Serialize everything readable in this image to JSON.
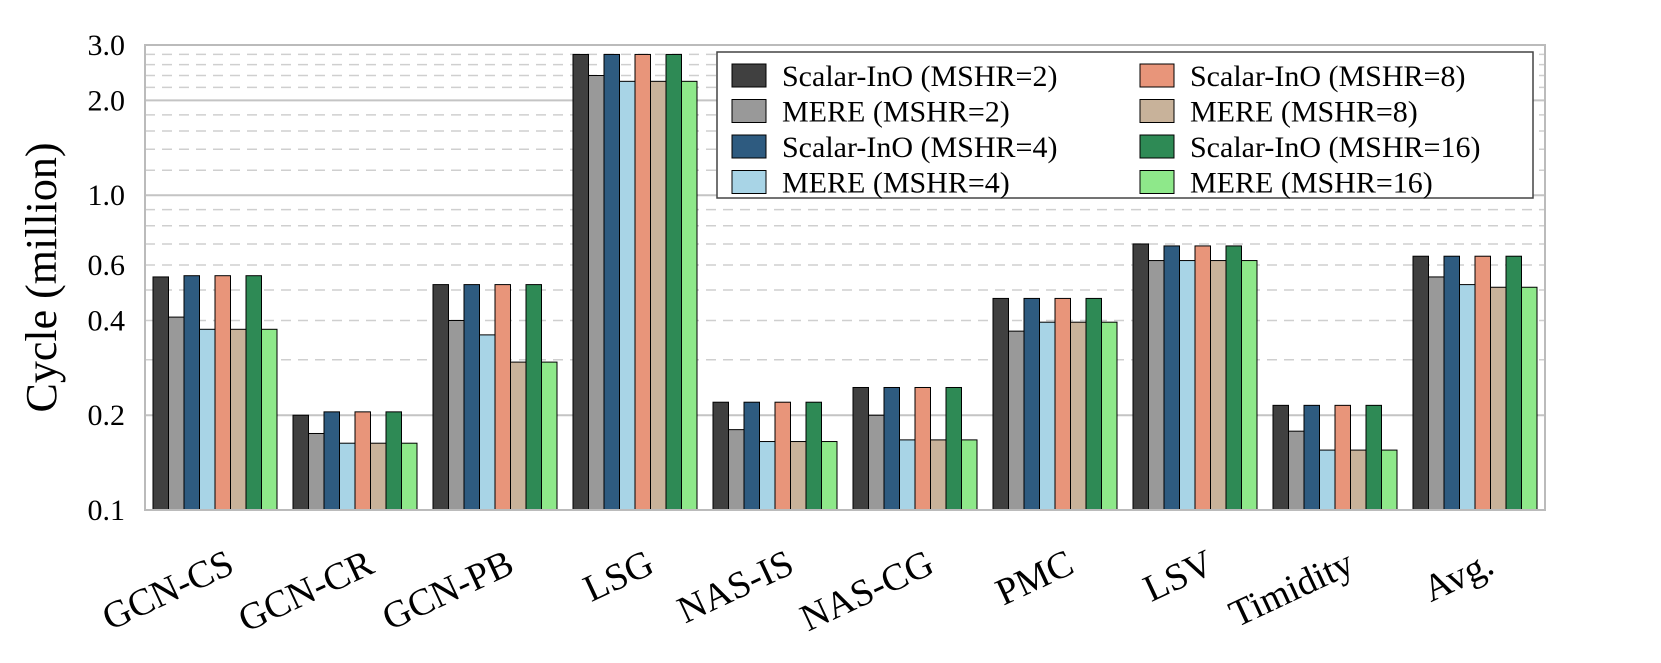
{
  "chart_data": {
    "type": "bar",
    "ylabel": "Cycle (million)",
    "xlabel": "",
    "yscale": "log",
    "ylim": [
      0.1,
      3.0
    ],
    "yticks": [
      0.1,
      0.2,
      0.4,
      0.6,
      1.0,
      2.0,
      3.0
    ],
    "ytick_labels": [
      "0.1",
      "0.2",
      "0.4",
      "0.6",
      "1.0",
      "2.0",
      "3.0"
    ],
    "grid": true,
    "legend_placement": "top-right",
    "categories": [
      "GCN-CS",
      "GCN-CR",
      "GCN-PB",
      "LSG",
      "NAS-IS",
      "NAS-CG",
      "PMC",
      "LSV",
      "Timidity",
      "Avg."
    ],
    "series": [
      {
        "name": "Scalar-InO (MSHR=2)",
        "color": "#404040",
        "values": [
          0.55,
          0.2,
          0.52,
          2.8,
          0.22,
          0.245,
          0.47,
          0.7,
          0.215,
          0.64
        ]
      },
      {
        "name": "MERE (MSHR=2)",
        "color": "#999999",
        "values": [
          0.41,
          0.175,
          0.4,
          2.4,
          0.18,
          0.2,
          0.37,
          0.62,
          0.178,
          0.55
        ]
      },
      {
        "name": "Scalar-InO (MSHR=4)",
        "color": "#2e5b80",
        "values": [
          0.555,
          0.205,
          0.52,
          2.8,
          0.22,
          0.245,
          0.47,
          0.69,
          0.215,
          0.64
        ]
      },
      {
        "name": "MERE (MSHR=4)",
        "color": "#a8d4e6",
        "values": [
          0.375,
          0.163,
          0.36,
          2.3,
          0.165,
          0.167,
          0.395,
          0.62,
          0.155,
          0.52
        ]
      },
      {
        "name": "Scalar-InO (MSHR=8)",
        "color": "#e8957a",
        "values": [
          0.555,
          0.205,
          0.52,
          2.8,
          0.22,
          0.245,
          0.47,
          0.69,
          0.215,
          0.64
        ]
      },
      {
        "name": "MERE (MSHR=8)",
        "color": "#c8b29a",
        "values": [
          0.375,
          0.163,
          0.295,
          2.3,
          0.165,
          0.167,
          0.395,
          0.62,
          0.155,
          0.51
        ]
      },
      {
        "name": "Scalar-InO (MSHR=16)",
        "color": "#2e8a55",
        "values": [
          0.555,
          0.205,
          0.52,
          2.8,
          0.22,
          0.245,
          0.47,
          0.69,
          0.215,
          0.64
        ]
      },
      {
        "name": "MERE (MSHR=16)",
        "color": "#8ee88a",
        "values": [
          0.375,
          0.163,
          0.295,
          2.3,
          0.165,
          0.167,
          0.395,
          0.62,
          0.155,
          0.51
        ]
      }
    ],
    "legend_order": [
      0,
      4,
      1,
      5,
      2,
      6,
      3,
      7
    ]
  }
}
